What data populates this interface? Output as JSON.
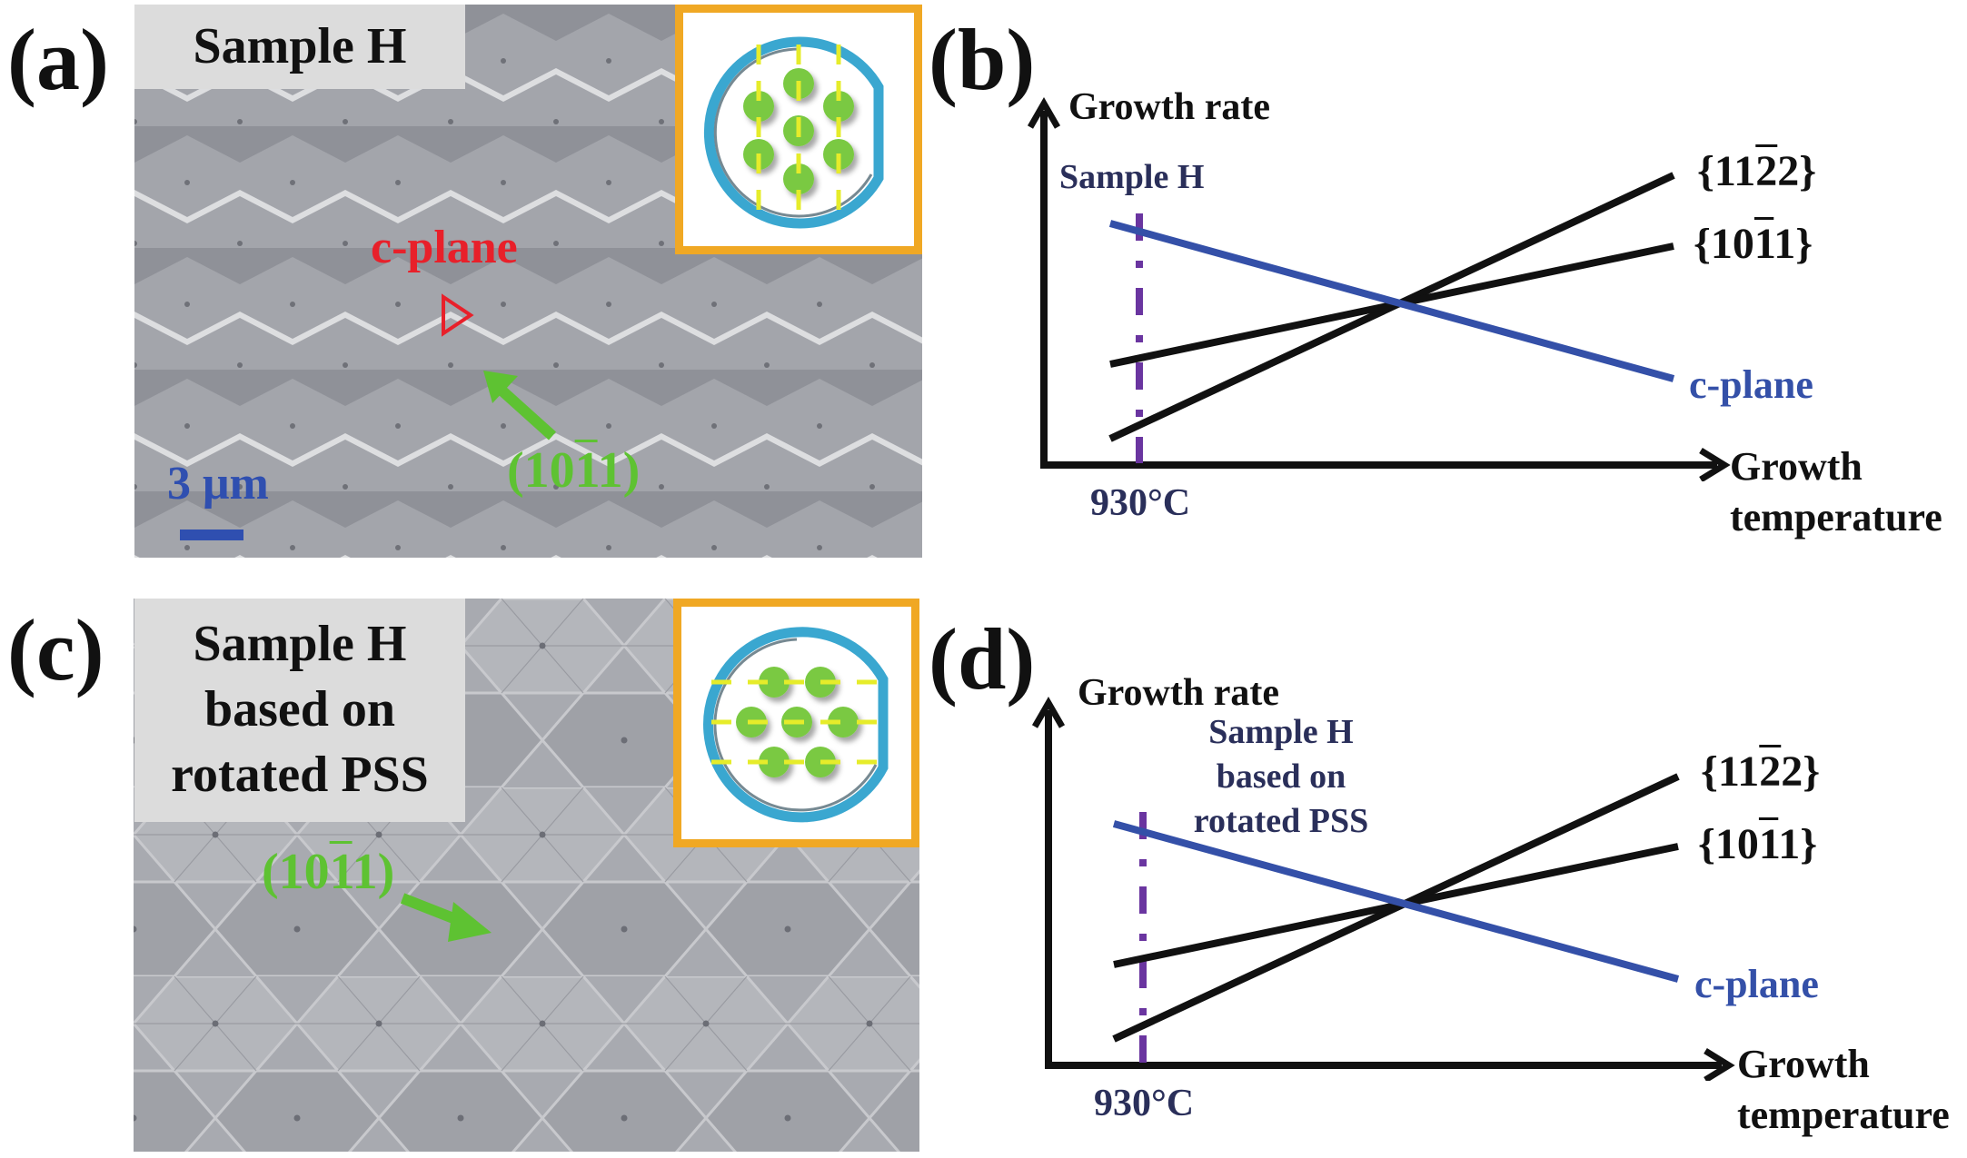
{
  "colors": {
    "label_box_bg": "#dcdcdc",
    "inset_border": "#f0a824",
    "c_plane_red": "#e8202a",
    "facet_green": "#5ec232",
    "scale_blue": "#2f4fb0",
    "c_plane_line_blue": "#3450a8",
    "sample_navy": "#2a2f5a",
    "dashed_purple": "#6a35a0",
    "axis_black": "#111111",
    "wafer_ring": "#3aa7d0",
    "dot_green": "#7ac943",
    "guide_yellow": "#e6ec2a"
  },
  "panels": {
    "a": {
      "letter": "(a)",
      "label": [
        "Sample H"
      ],
      "c_plane_label": "c-plane",
      "facet_label": {
        "open": "(10",
        "bar": "1",
        "close": "1)"
      },
      "scale_bar_label": "3 μm",
      "inset": {
        "guide_orientation": "vertical",
        "dots": 7
      }
    },
    "b": {
      "letter": "(b)",
      "y_axis_label": "Growth rate",
      "x_axis_label_line1": "Growth",
      "x_axis_label_line2": "temperature",
      "sample_label": [
        "Sample H"
      ],
      "temperature_label": "930°C",
      "series_labels": {
        "s1122": {
          "open": "{11",
          "bar": "2",
          "close": "2}"
        },
        "s1011": {
          "open": "{10",
          "bar": "1",
          "close": "1}"
        },
        "cplane": "c-plane"
      }
    },
    "c": {
      "letter": "(c)",
      "label": [
        "Sample H",
        "based on",
        "rotated PSS"
      ],
      "facet_label": {
        "open": "(10",
        "bar": "1",
        "close": "1)"
      },
      "inset": {
        "guide_orientation": "horizontal",
        "dots": 7
      }
    },
    "d": {
      "letter": "(d)",
      "y_axis_label": "Growth rate",
      "x_axis_label_line1": "Growth",
      "x_axis_label_line2": "temperature",
      "sample_label": [
        "Sample H",
        "based on",
        "rotated PSS"
      ],
      "temperature_label": "930°C",
      "series_labels": {
        "s1122": {
          "open": "{11",
          "bar": "2",
          "close": "2}"
        },
        "s1011": {
          "open": "{10",
          "bar": "1",
          "close": "1}"
        },
        "cplane": "c-plane"
      }
    }
  },
  "chart_data": [
    {
      "panel": "b",
      "type": "line",
      "title": "",
      "xlabel": "Growth temperature",
      "ylabel": "Growth rate",
      "x": [
        0,
        1
      ],
      "series": [
        {
          "name": "{11-22}",
          "color": "#111111",
          "values": [
            0.11,
            1.0
          ]
        },
        {
          "name": "{10-11}",
          "color": "#111111",
          "values": [
            0.32,
            0.81
          ]
        },
        {
          "name": "c-plane",
          "color": "#3450a8",
          "values": [
            0.7,
            0.45
          ]
        }
      ],
      "annotations": [
        {
          "text": "Sample H",
          "x_marker": "930°C",
          "style": "dash-dot vertical line",
          "x_fraction": 0.05
        }
      ],
      "note": "Schematic, no numeric ticks; values are normalized relative heights. All three lines intersect near x≈0.5."
    },
    {
      "panel": "d",
      "type": "line",
      "title": "",
      "xlabel": "Growth temperature",
      "ylabel": "Growth rate",
      "x": [
        0,
        1
      ],
      "series": [
        {
          "name": "{11-22}",
          "color": "#111111",
          "values": [
            0.11,
            1.0
          ]
        },
        {
          "name": "{10-11}",
          "color": "#111111",
          "values": [
            0.32,
            0.81
          ]
        },
        {
          "name": "c-plane",
          "color": "#3450a8",
          "values": [
            0.7,
            0.45
          ]
        }
      ],
      "annotations": [
        {
          "text": "Sample H based on rotated PSS",
          "x_marker": "930°C",
          "style": "dash-dot vertical line",
          "x_fraction": 0.05
        }
      ],
      "note": "Schematic, no numeric ticks; values are normalized relative heights."
    }
  ]
}
